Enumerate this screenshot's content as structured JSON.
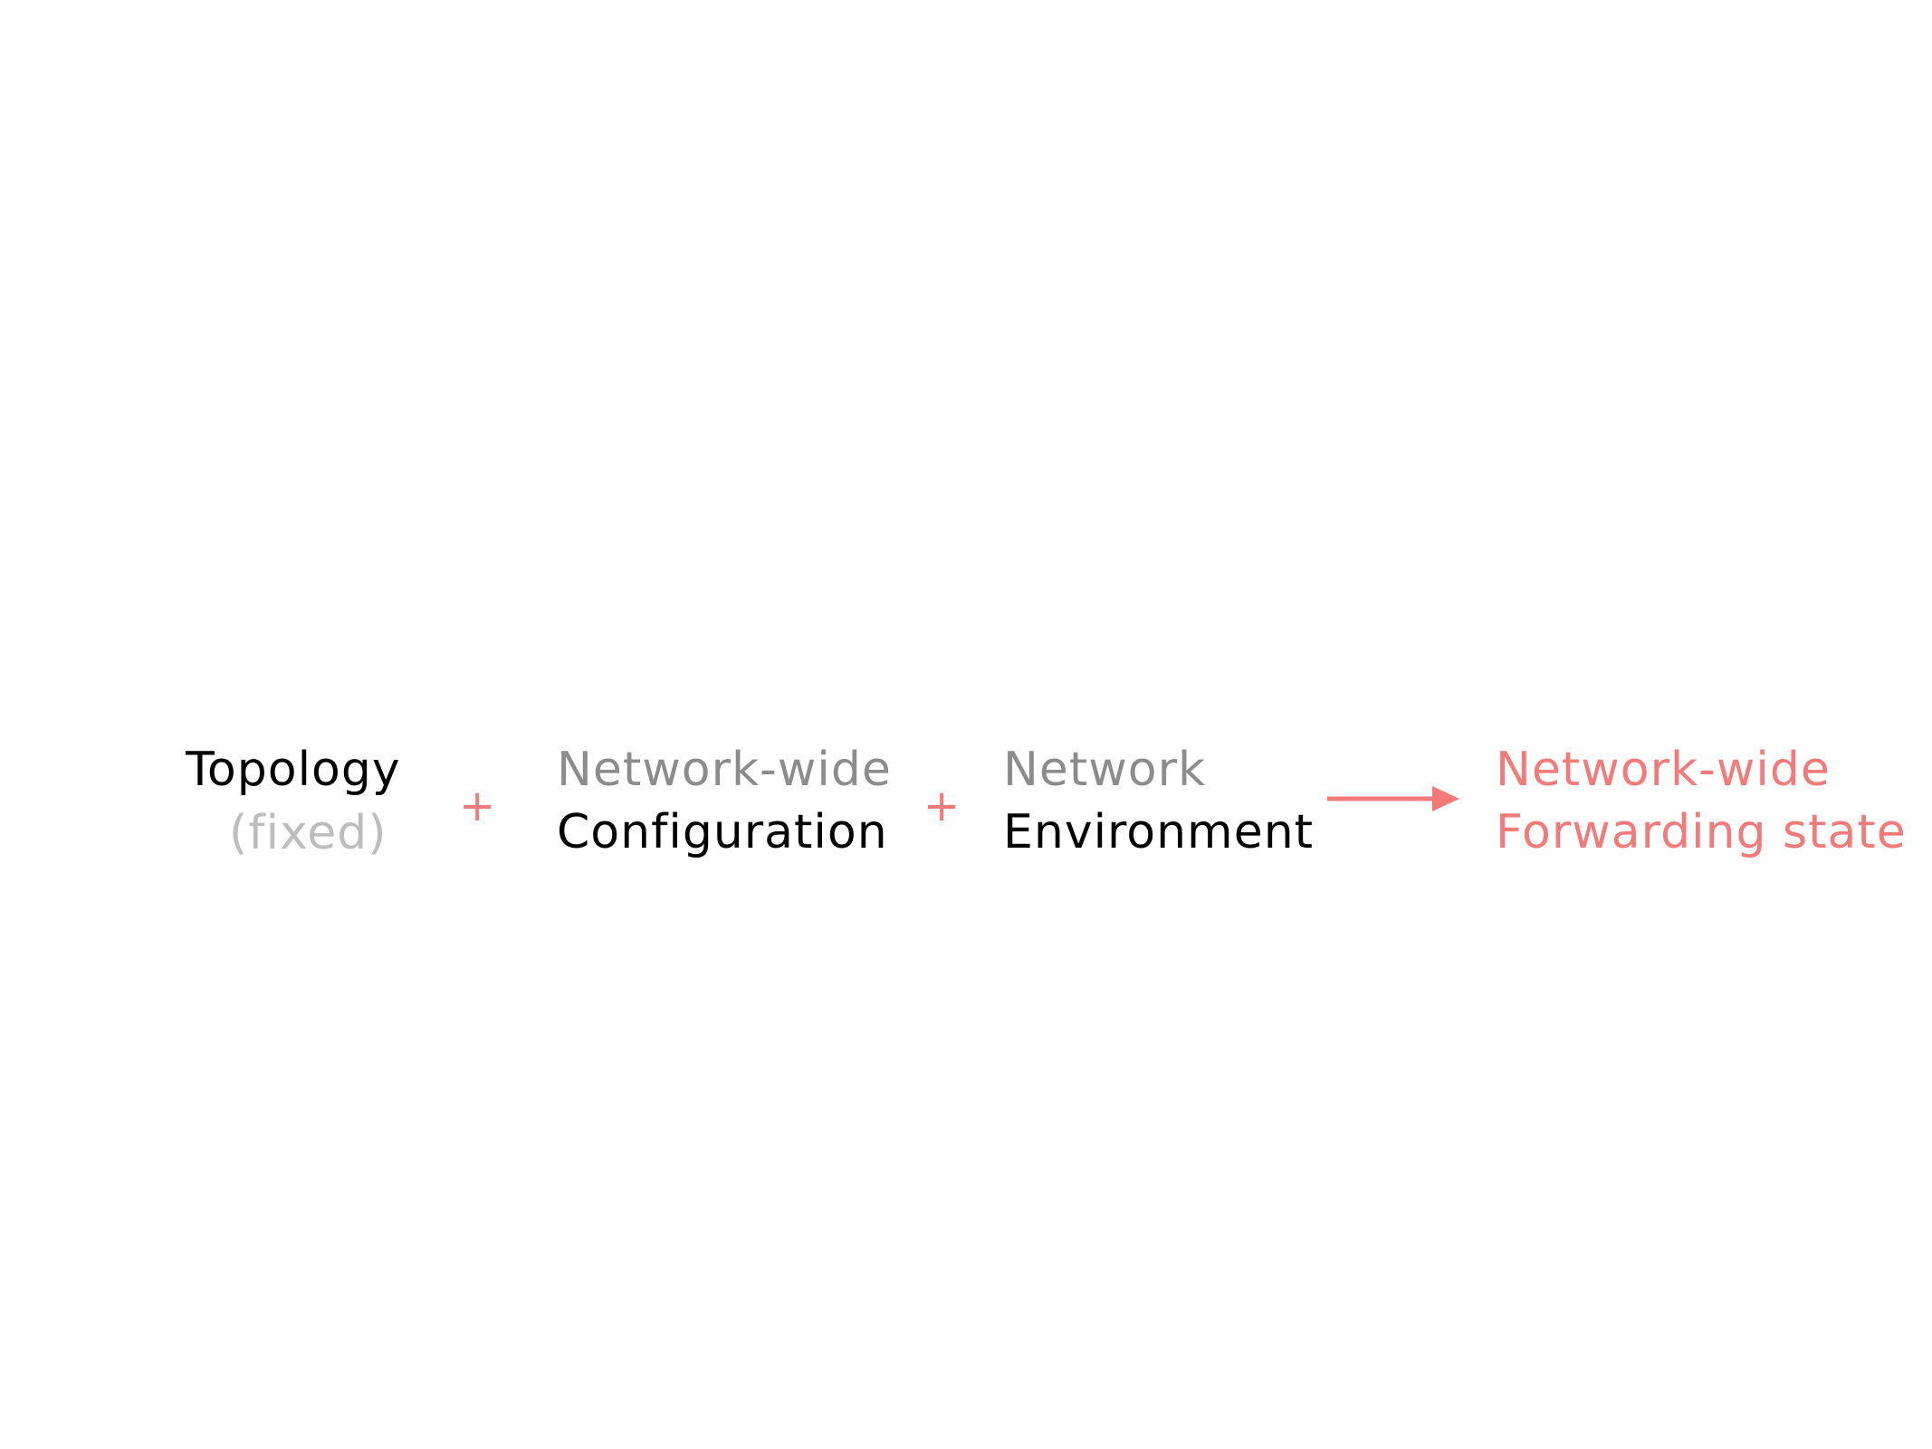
{
  "diagram": {
    "topology": {
      "title": "Topology",
      "subtitle": "(fixed)"
    },
    "operator_1": "+",
    "configuration": {
      "line1": "Network-wide",
      "line2": "Configuration"
    },
    "operator_2": "+",
    "environment": {
      "line1": "Network",
      "line2": "Environment"
    },
    "result": {
      "line1": "Network-wide",
      "line2": "Forwarding state"
    }
  },
  "colors": {
    "primary_text": "#000000",
    "secondary_text": "#8c8c8c",
    "muted_text": "#bdbdbd",
    "accent": "#f47a7a",
    "background": "#ffffff"
  },
  "icons": {
    "plus": "plus-icon",
    "arrow": "arrow-right-icon"
  }
}
